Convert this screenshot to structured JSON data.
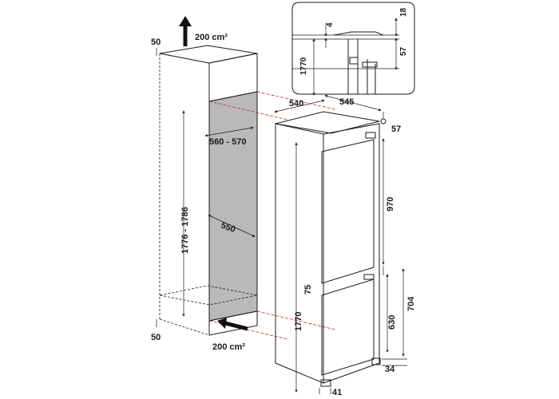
{
  "colors": {
    "line": "#1a1a1a",
    "accent_dashed": "#c0262d",
    "niche_shade": "#b9b9b9",
    "panel_fill": "#f3f3f3"
  },
  "icons": [
    "arrow-up-airflow-icon",
    "arrow-in-airflow-icon"
  ],
  "niche": {
    "vent_top": "200 cm²",
    "vent_bottom": "200 cm²",
    "top_offset": "50",
    "bottom_offset": "50",
    "width_range": "560 - 570",
    "depth": "550",
    "height_range": "1776 - 1786"
  },
  "appliance": {
    "depth_total": "540",
    "depth_body": "545",
    "hinge_offset": "57",
    "height": "1770",
    "upper_door": "970",
    "gap": "75",
    "lower_panel": "704",
    "lower_door": "630",
    "plinth": "34",
    "foot": "41"
  },
  "detail": {
    "top_a": "18",
    "top_b": "4",
    "side": "57",
    "height": "1770"
  }
}
